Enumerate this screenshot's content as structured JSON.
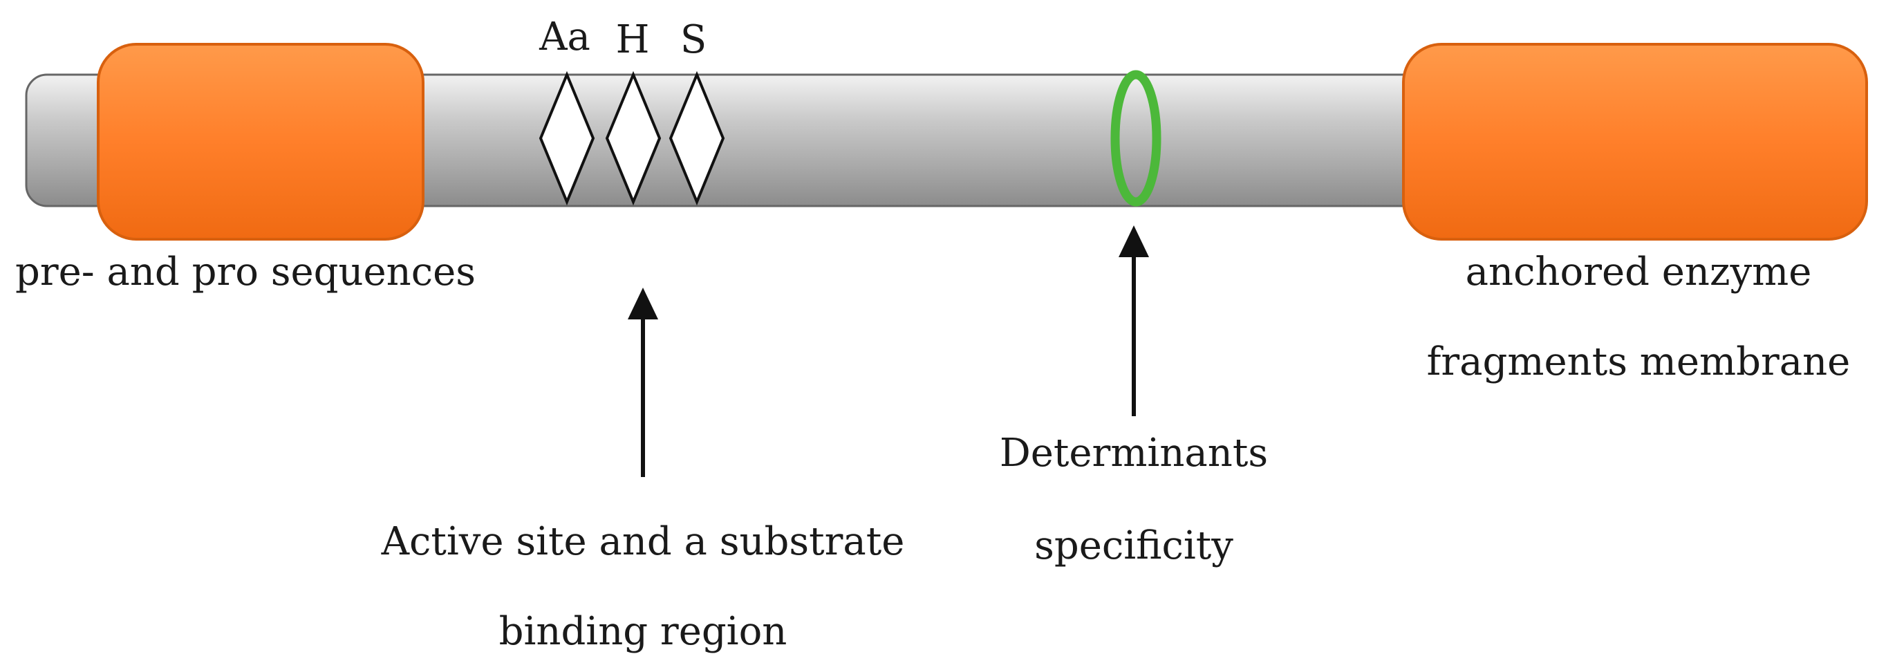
{
  "labels": {
    "pre_pro": "pre- and pro sequences",
    "active_site_line1": "Active site and a substrate",
    "active_site_line2": "binding region",
    "determinants_line1": "Determinants",
    "determinants_line2": "specificity",
    "anchored_line1": "anchored enzyme",
    "anchored_line2": "fragments membrane"
  },
  "site_letters": [
    "Aa",
    "H",
    "S"
  ],
  "colors": {
    "domain_orange": "#FF7F2A",
    "domain_orange_dark": "#E8650F",
    "backbone_gray": "#B8B8B8",
    "specificity_ring": "#4CB83A",
    "arrow": "#111111"
  }
}
